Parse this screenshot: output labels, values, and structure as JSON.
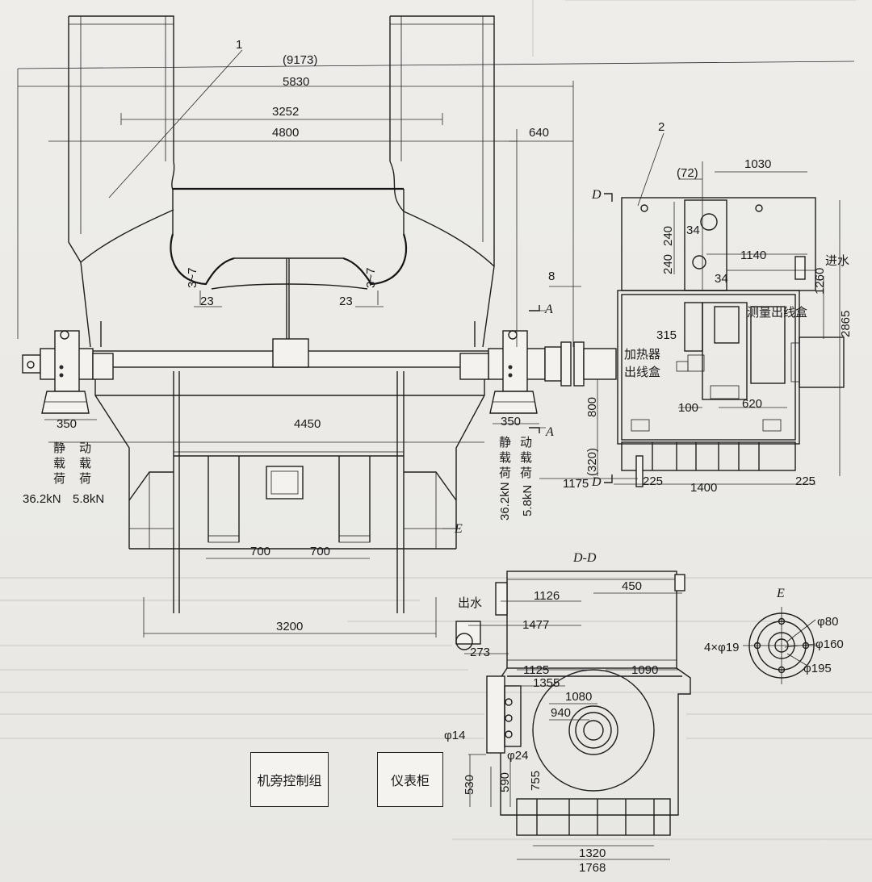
{
  "callouts": {
    "item1": "1",
    "item2": "2"
  },
  "dims": {
    "d9173": "(9173)",
    "d5830": "5830",
    "d3252": "3252",
    "d4800": "4800",
    "d640": "640",
    "d72": "(72)",
    "d1030": "1030",
    "d240a": "240",
    "d240b": "240",
    "d34a": "34",
    "d34b": "34",
    "d1140": "1140",
    "d1260": "1260",
    "d2865": "2865",
    "d8": "8",
    "d23a": "23",
    "d23b": "23",
    "d3_7a": "3~7",
    "d3_7b": "3~7",
    "d315": "315",
    "d100": "100",
    "d620": "620",
    "d800": "800",
    "d320": "(320)",
    "d1175": "1175",
    "d225a": "225",
    "d1400": "1400",
    "d225b": "225",
    "d350a": "350",
    "d350b": "350",
    "d4450": "4450",
    "d700a": "700",
    "d700b": "700",
    "d3200": "3200",
    "d450": "450",
    "d1126": "1126",
    "d1477": "1477",
    "d273": "273",
    "d1125": "1125",
    "d1090": "1090",
    "d1355": "1355",
    "d1080": "1080",
    "d940": "940",
    "d14": "φ14",
    "d24": "φ24",
    "d530": "530",
    "d590": "590",
    "d755": "755",
    "d1320": "1320",
    "d1768": "1768",
    "e80": "φ80",
    "e19": "4×φ19",
    "e160": "φ160",
    "e195": "φ195"
  },
  "section_marks": {
    "D_top": "D",
    "D_bottom": "D",
    "A_top": "A",
    "A_bottom": "A",
    "E_side": "E",
    "DD_title": "D-D",
    "E_title": "E"
  },
  "labels": {
    "water_in": "进水",
    "water_out": "出水",
    "measure_box": "测量出线盒",
    "heater_box_1": "加热器",
    "heater_box_2": "出线盒",
    "static_load": "静载荷",
    "dynamic_load": "动载荷",
    "static_left_val": "36.2kN",
    "dynamic_left_val": "5.8kN",
    "static_right_val": "36.2kN",
    "dynamic_right_val": "5.8kN",
    "control_group": "机旁控制组",
    "meter_cabinet": "仪表柜"
  }
}
